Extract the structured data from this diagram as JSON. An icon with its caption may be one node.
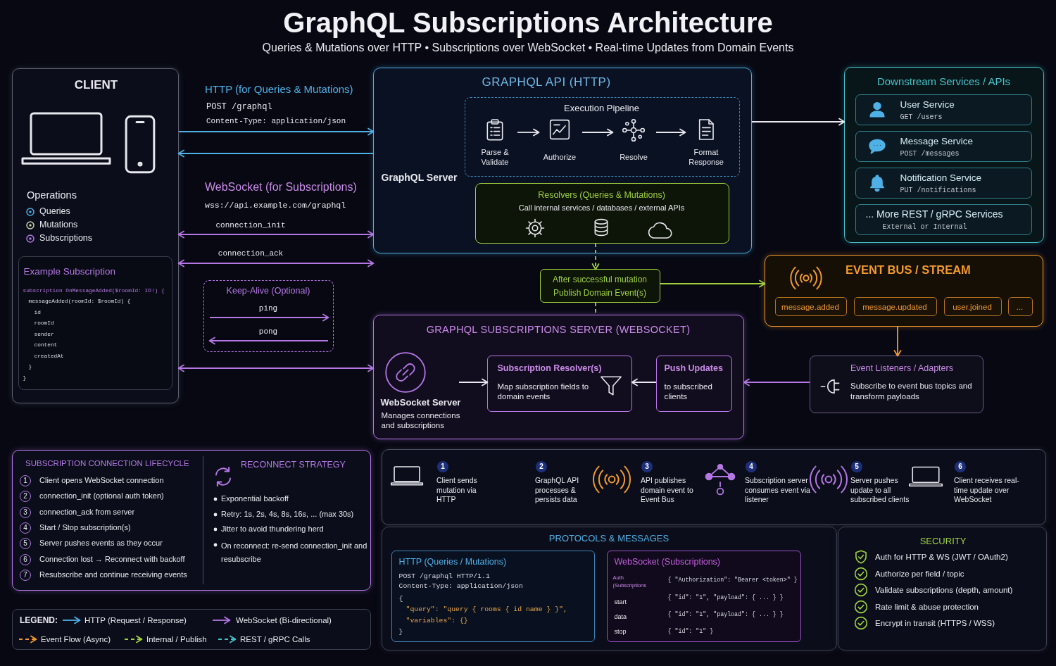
{
  "diagram": {
    "title": "GraphQL Subscriptions Architecture",
    "caption": "Queries & Mutations over HTTP • Subscriptions over WebSocket • Real-time Updates from Domain Events",
    "nodes": [
      {
        "text": [
          "CLIENT",
          "Operations",
          "Queries",
          "Mutations",
          "Subscriptions"
        ]
      },
      {
        "text": [
          "Example Subscription",
          "subscription OnMessageAdded($roomId: ID!) {",
          "messageAdded(roomId: $roomId) {",
          "id",
          "roomId",
          "sender",
          "content",
          "createdAt",
          "}",
          "}"
        ],
        "in": 0
      },
      {
        "text": [
          "Keep-Alive (Optional)",
          "ping",
          "pong"
        ]
      },
      {
        "text": [
          "GRAPHQL API (HTTP)"
        ]
      },
      {
        "text": [
          "GraphQL Server"
        ],
        "in": 3
      },
      {
        "text": [
          "Execution Pipeline"
        ],
        "in": 3
      },
      {
        "text": [
          "Parse & Validate"
        ],
        "in": 5
      },
      {
        "text": [
          "Authorize"
        ],
        "in": 5
      },
      {
        "text": [
          "Resolve"
        ],
        "in": 5
      },
      {
        "text": [
          "Format Response"
        ],
        "in": 5
      },
      {
        "text": [
          "Resolvers (Queries & Mutations)",
          "Call internal services / databases / external APIs"
        ],
        "in": 3
      },
      {
        "text": [
          "After successful mutation",
          "Publish Domain Event(s)"
        ]
      },
      {
        "text": [
          "GRAPHQL SUBSCRIPTIONS SERVER (WEBSOCKET)"
        ]
      },
      {
        "text": [
          "WebSocket Server",
          "Manages connections and subscriptions"
        ],
        "in": 12
      },
      {
        "text": [
          "Subscription Resolver(s)",
          "Map subscription fields to domain events"
        ],
        "in": 12
      },
      {
        "text": [
          "Push Updates",
          "to subscribed clients"
        ],
        "in": 12
      },
      {
        "text": [
          "Downstream Services / APIs"
        ]
      },
      {
        "text": [
          "User Service",
          "GET /users"
        ],
        "in": 16
      },
      {
        "text": [
          "Message Service",
          "POST /messages"
        ],
        "in": 16
      },
      {
        "text": [
          "Notification Service",
          "PUT /notifications"
        ],
        "in": 16
      },
      {
        "text": [
          "... More REST / gRPC Services",
          "External or Internal"
        ],
        "in": 16
      },
      {
        "text": [
          "EVENT BUS / STREAM"
        ]
      },
      {
        "text": [
          "message.added"
        ],
        "in": 21
      },
      {
        "text": [
          "message.updated"
        ],
        "in": 21
      },
      {
        "text": [
          "user.joined"
        ],
        "in": 21
      },
      {
        "text": [
          "..."
        ],
        "in": 21
      },
      {
        "text": [
          "Event Listeners / Adapters",
          "Subscribe to event bus topics and transform payloads"
        ]
      },
      {
        "text": [
          "SUBSCRIPTION CONNECTION LIFECYCLE",
          "1",
          "Client opens WebSocket connection",
          "2",
          "connection_init (optional auth token)",
          "3",
          "connection_ack from server",
          "4",
          "Start / Stop subscription(s)",
          "5",
          "Server pushes events as they occur",
          "6",
          "Connection lost → Reconnect with backoff",
          "7",
          "Resubscribe and continue receiving events",
          "RECONNECT STRATEGY",
          "Exponential backoff",
          "Retry: 1s, 2s, 4s, 8s, 16s, ... (max 30s)",
          "Jitter to avoid thundering herd",
          "On reconnect: re-send connection_init and resubscribe"
        ]
      },
      {
        "text": [
          "1",
          "Client sends mutation via HTTP",
          "2",
          "GraphQL API processes & persists data",
          "3",
          "API publishes domain event to Event Bus",
          "4",
          "Subscription server consumes event via listener",
          "5",
          "Server pushes update to all subscribed clients",
          "6",
          "Client receives real-time update over WebSocket"
        ]
      },
      {
        "text": [
          "PROTOCOLS & MESSAGES"
        ]
      },
      {
        "text": [
          "HTTP (Queries / Mutations)",
          "POST /graphql HTTP/1.1",
          "Content-Type: application/json",
          "{",
          "\"query\": \"query { rooms { id name } }\",",
          "\"variables\": {}",
          "}"
        ],
        "in": 29
      },
      {
        "text": [
          "WebSocket (Subscriptions)",
          "Auth (Subscriptions",
          "{ \"Authorization\": \"Bearer <token>\" }",
          "start",
          "{ \"id\": \"1\", \"payload\": { ... } }",
          "data",
          "{ \"id\": \"1\", \"payload\": { ... } }",
          "stop",
          "{ \"id\": \"1\" }"
        ],
        "in": 29
      },
      {
        "text": [
          "SECURITY",
          "Auth for HTTP & WS (JWT / OAuth2)",
          "Authorize per field / topic",
          "Validate subscriptions (depth, amount)",
          "Rate limit & abuse protection",
          "Encrypt in transit (HTTPS / WSS)"
        ]
      }
    ],
    "edges": [
      {
        "from": 0,
        "to": 3,
        "arrow": "to",
        "color": "#4fb0e6"
      },
      {
        "from": 3,
        "to": 0,
        "arrow": "to",
        "color": "#4fb0e6"
      },
      {
        "from": 0,
        "to": 3,
        "arrow": "both",
        "label": "connection_init",
        "color": "#b577e6"
      },
      {
        "from": 0,
        "to": 3,
        "arrow": "both",
        "label": "connection_ack",
        "color": "#b577e6"
      },
      {
        "from": 0,
        "to": 12,
        "arrow": "both",
        "color": "#b577e6"
      },
      {
        "from": 3,
        "to": 16,
        "arrow": "to"
      },
      {
        "from": 10,
        "to": 11,
        "arrow": "to",
        "style": "dashed",
        "color": "#9fd13f"
      },
      {
        "from": 11,
        "to": 12,
        "arrow": "none",
        "style": "dashed",
        "color": "#9fd13f"
      },
      {
        "from": 11,
        "to": 21,
        "arrow": "to",
        "color": "#9fd13f"
      },
      {
        "from": 21,
        "to": 26,
        "arrow": "to",
        "color": "#f29a2e"
      },
      {
        "from": 26,
        "to": 12,
        "arrow": "to",
        "color": "#b577e6"
      },
      {
        "from": 13,
        "to": 14,
        "arrow": "to"
      },
      {
        "from": 15,
        "to": 14,
        "arrow": "to"
      },
      {
        "from": 6,
        "to": 7,
        "arrow": "to"
      },
      {
        "from": 7,
        "to": 8,
        "arrow": "to"
      },
      {
        "from": 8,
        "to": 9,
        "arrow": "to"
      }
    ],
    "labels": [
      "HTTP (for Queries & Mutations)",
      "POST /graphql",
      "Content-Type: application/json",
      "WebSocket (for Subscriptions)",
      "wss://api.example.com/graphql",
      "LEGEND:"
    ],
    "legend": [
      {
        "text": "HTTP (Request / Response)"
      },
      {
        "text": "WebSocket (Bi-directional)"
      },
      {
        "text": "Event Flow (Async)"
      },
      {
        "text": "Internal / Publish"
      },
      {
        "text": "REST / gRPC Calls"
      }
    ]
  }
}
